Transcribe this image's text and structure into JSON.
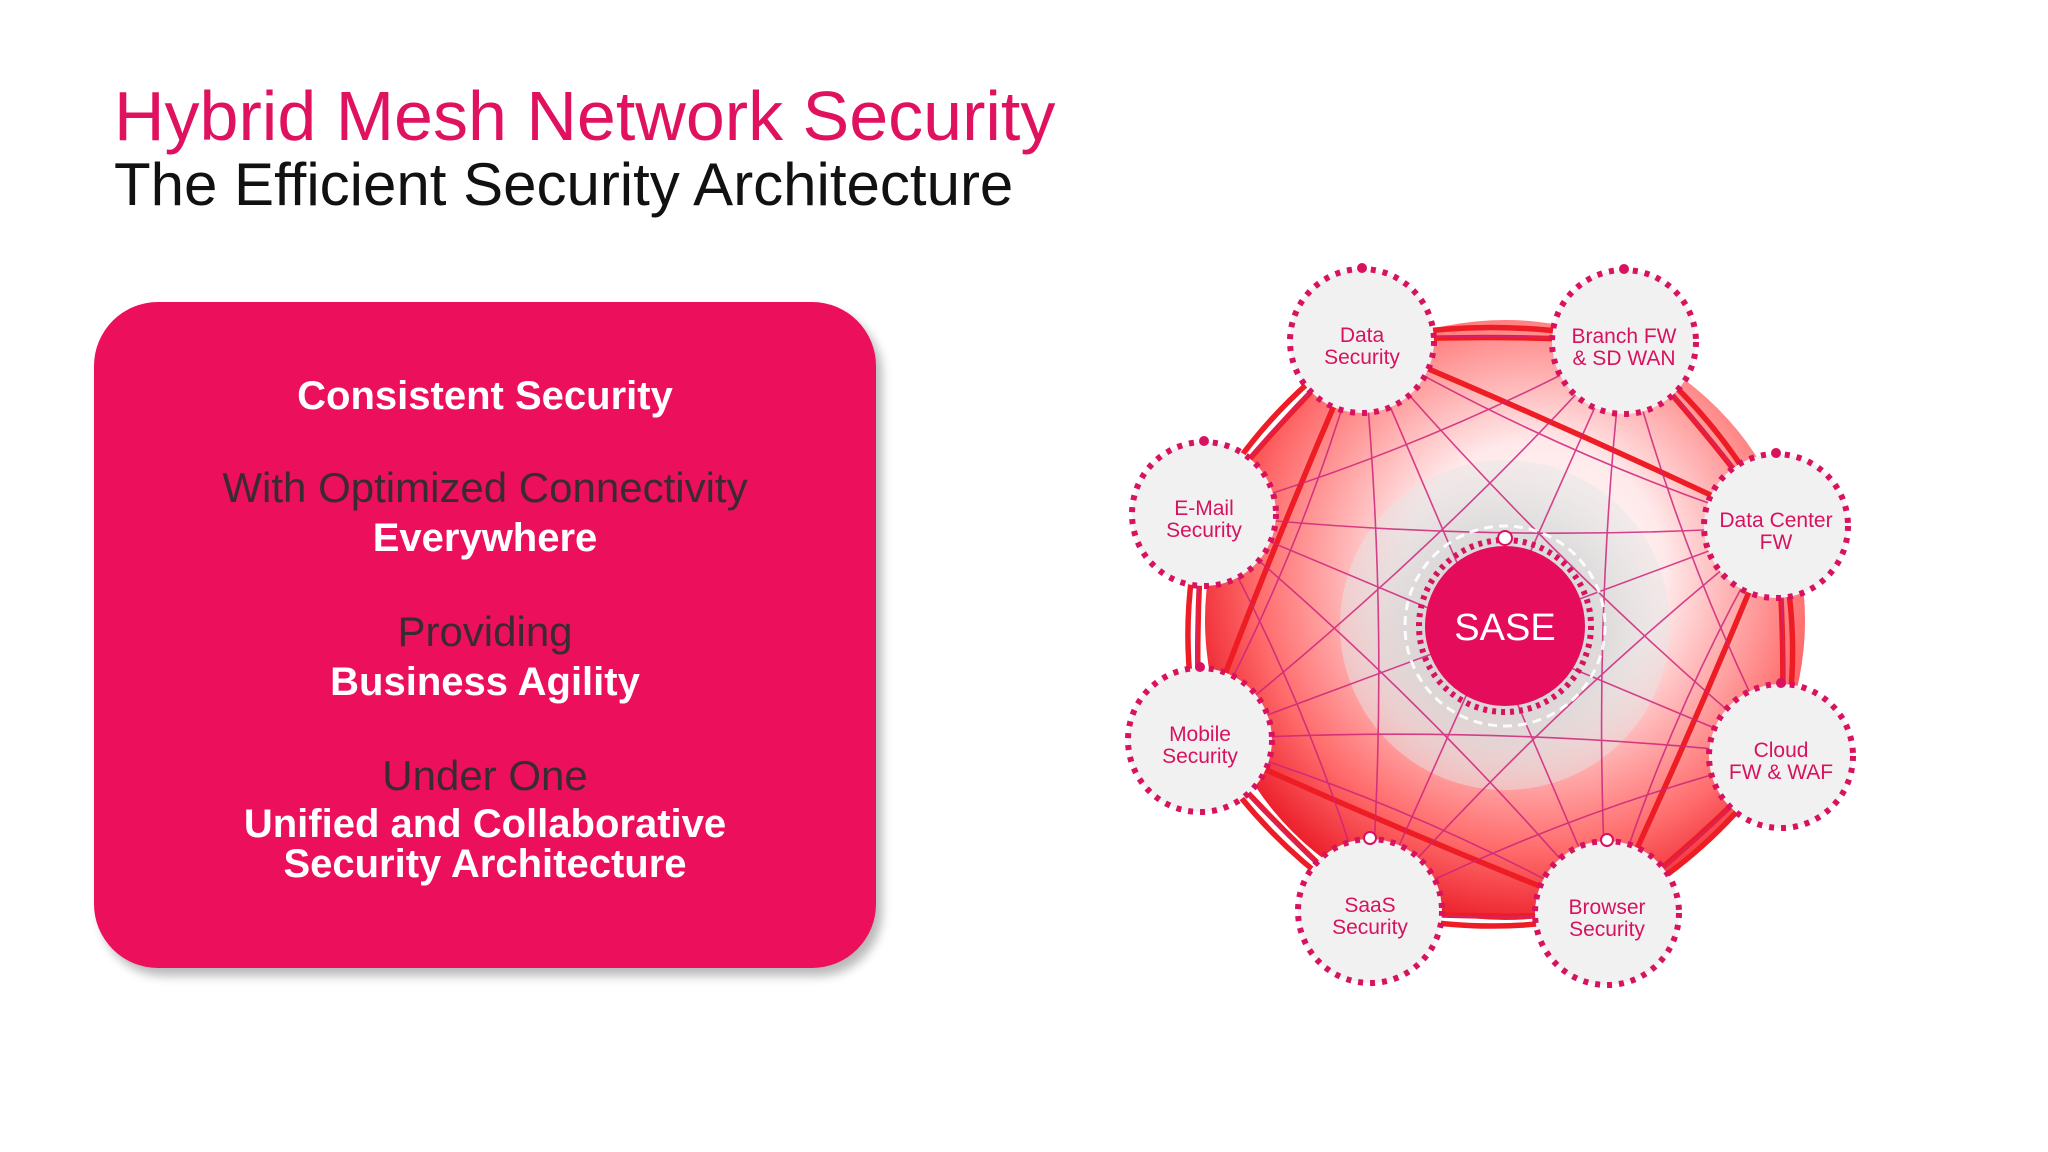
{
  "header": {
    "title": "Hybrid Mesh Network Security",
    "subtitle": "The Efficient Security Architecture"
  },
  "panel": {
    "line1": "Consistent Security",
    "line2": "With Optimized Connectivity",
    "line3": "Everywhere",
    "line4": "Providing",
    "line5": "Business Agility",
    "line6": "Under One",
    "line7": "Unified and Collaborative",
    "line8": "Security Architecture"
  },
  "diagram": {
    "center": "SASE",
    "nodes": [
      {
        "id": "data-security",
        "lines": [
          "Data",
          "Security"
        ]
      },
      {
        "id": "branch-fw",
        "lines": [
          "Branch FW",
          "& SD WAN"
        ]
      },
      {
        "id": "data-center-fw",
        "lines": [
          "Data Center",
          "FW"
        ]
      },
      {
        "id": "cloud-fw-waf",
        "lines": [
          "Cloud",
          "FW & WAF"
        ]
      },
      {
        "id": "browser-security",
        "lines": [
          "Browser",
          "Security"
        ]
      },
      {
        "id": "saas-security",
        "lines": [
          "SaaS",
          "Security"
        ]
      },
      {
        "id": "mobile-security",
        "lines": [
          "Mobile",
          "Security"
        ]
      },
      {
        "id": "email-security",
        "lines": [
          "E-Mail",
          "Security"
        ]
      }
    ]
  },
  "colors": {
    "brand": "#e0115f",
    "panel": "#ec0f5c",
    "link": "#ee1c24",
    "mesh": "#d0247a"
  }
}
